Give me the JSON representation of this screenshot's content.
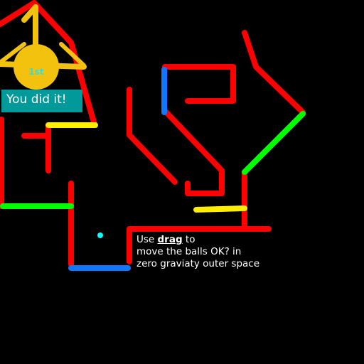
{
  "game": {
    "win_message": "You did it!",
    "instructions": {
      "prefix": "Use ",
      "keyword": "drag",
      "line1_suffix": " to",
      "line2": "move the balls OK? in",
      "line3": "zero graviaty outer space"
    },
    "rank_badge": "1st",
    "colors": {
      "background": "#000000",
      "wall": "#ff0000",
      "bumper_yellow": "#ffee00",
      "bumper_blue": "#1177ff",
      "bumper_green": "#00ff00",
      "trophy": "#f2c20f",
      "ball": "#00ffff",
      "banner": "#009a9a"
    }
  }
}
